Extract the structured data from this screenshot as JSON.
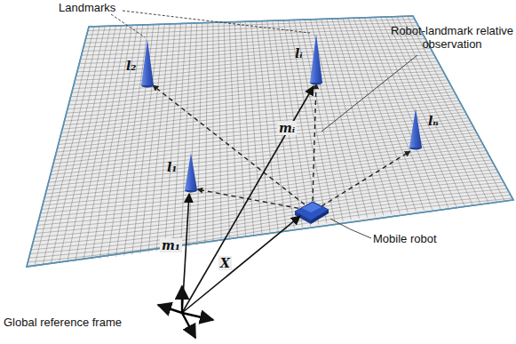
{
  "diagram": {
    "labels": [
      "Landmarks",
      "Robot-landmark relative observation",
      "Mobile robot",
      "Global reference frame",
      "l₂",
      "l₁",
      "lᵢ",
      "lₙ",
      "mᵢ",
      "m₁",
      "X"
    ]
  }
}
